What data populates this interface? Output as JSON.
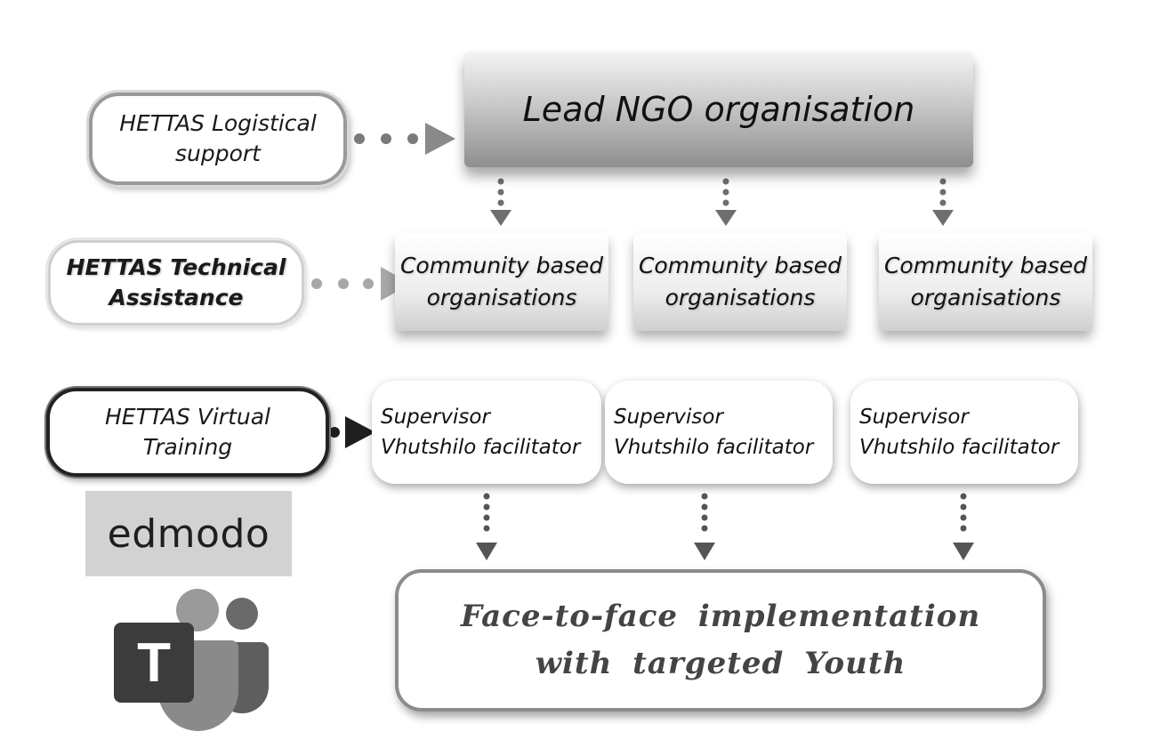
{
  "side_boxes": {
    "logistical": {
      "line1": "HETTAS Logistical",
      "line2": "support"
    },
    "technical": {
      "line1": "HETTAS Technical",
      "line2": "Assistance"
    },
    "virtual": {
      "line1": "HETTAS Virtual",
      "line2": "Training"
    }
  },
  "lead": {
    "label": "Lead NGO organisation"
  },
  "cbo": [
    {
      "line1": "Community based",
      "line2": "organisations"
    },
    {
      "line1": "Community based",
      "line2": "organisations"
    },
    {
      "line1": "Community based",
      "line2": "organisations"
    }
  ],
  "supervisors": [
    {
      "line1": "Supervisor",
      "line2": "Vhutshilo facilitator"
    },
    {
      "line1": "Supervisor",
      "line2": "Vhutshilo facilitator"
    },
    {
      "line1": "Supervisor",
      "line2": "Vhutshilo facilitator"
    }
  ],
  "face_to_face": {
    "line1": "Face-to-face implementation",
    "line2": "with targeted Youth"
  },
  "logos": {
    "edmodo": "edmodo",
    "teams_letter": "T"
  },
  "icons": {
    "edmodo": "edmodo-logo",
    "teams": "microsoft-teams-icon"
  },
  "colors": {
    "connector_gray": "#6e6e6e",
    "connector_light": "#a8a8a8",
    "connector_dark": "#1e1e1e"
  }
}
